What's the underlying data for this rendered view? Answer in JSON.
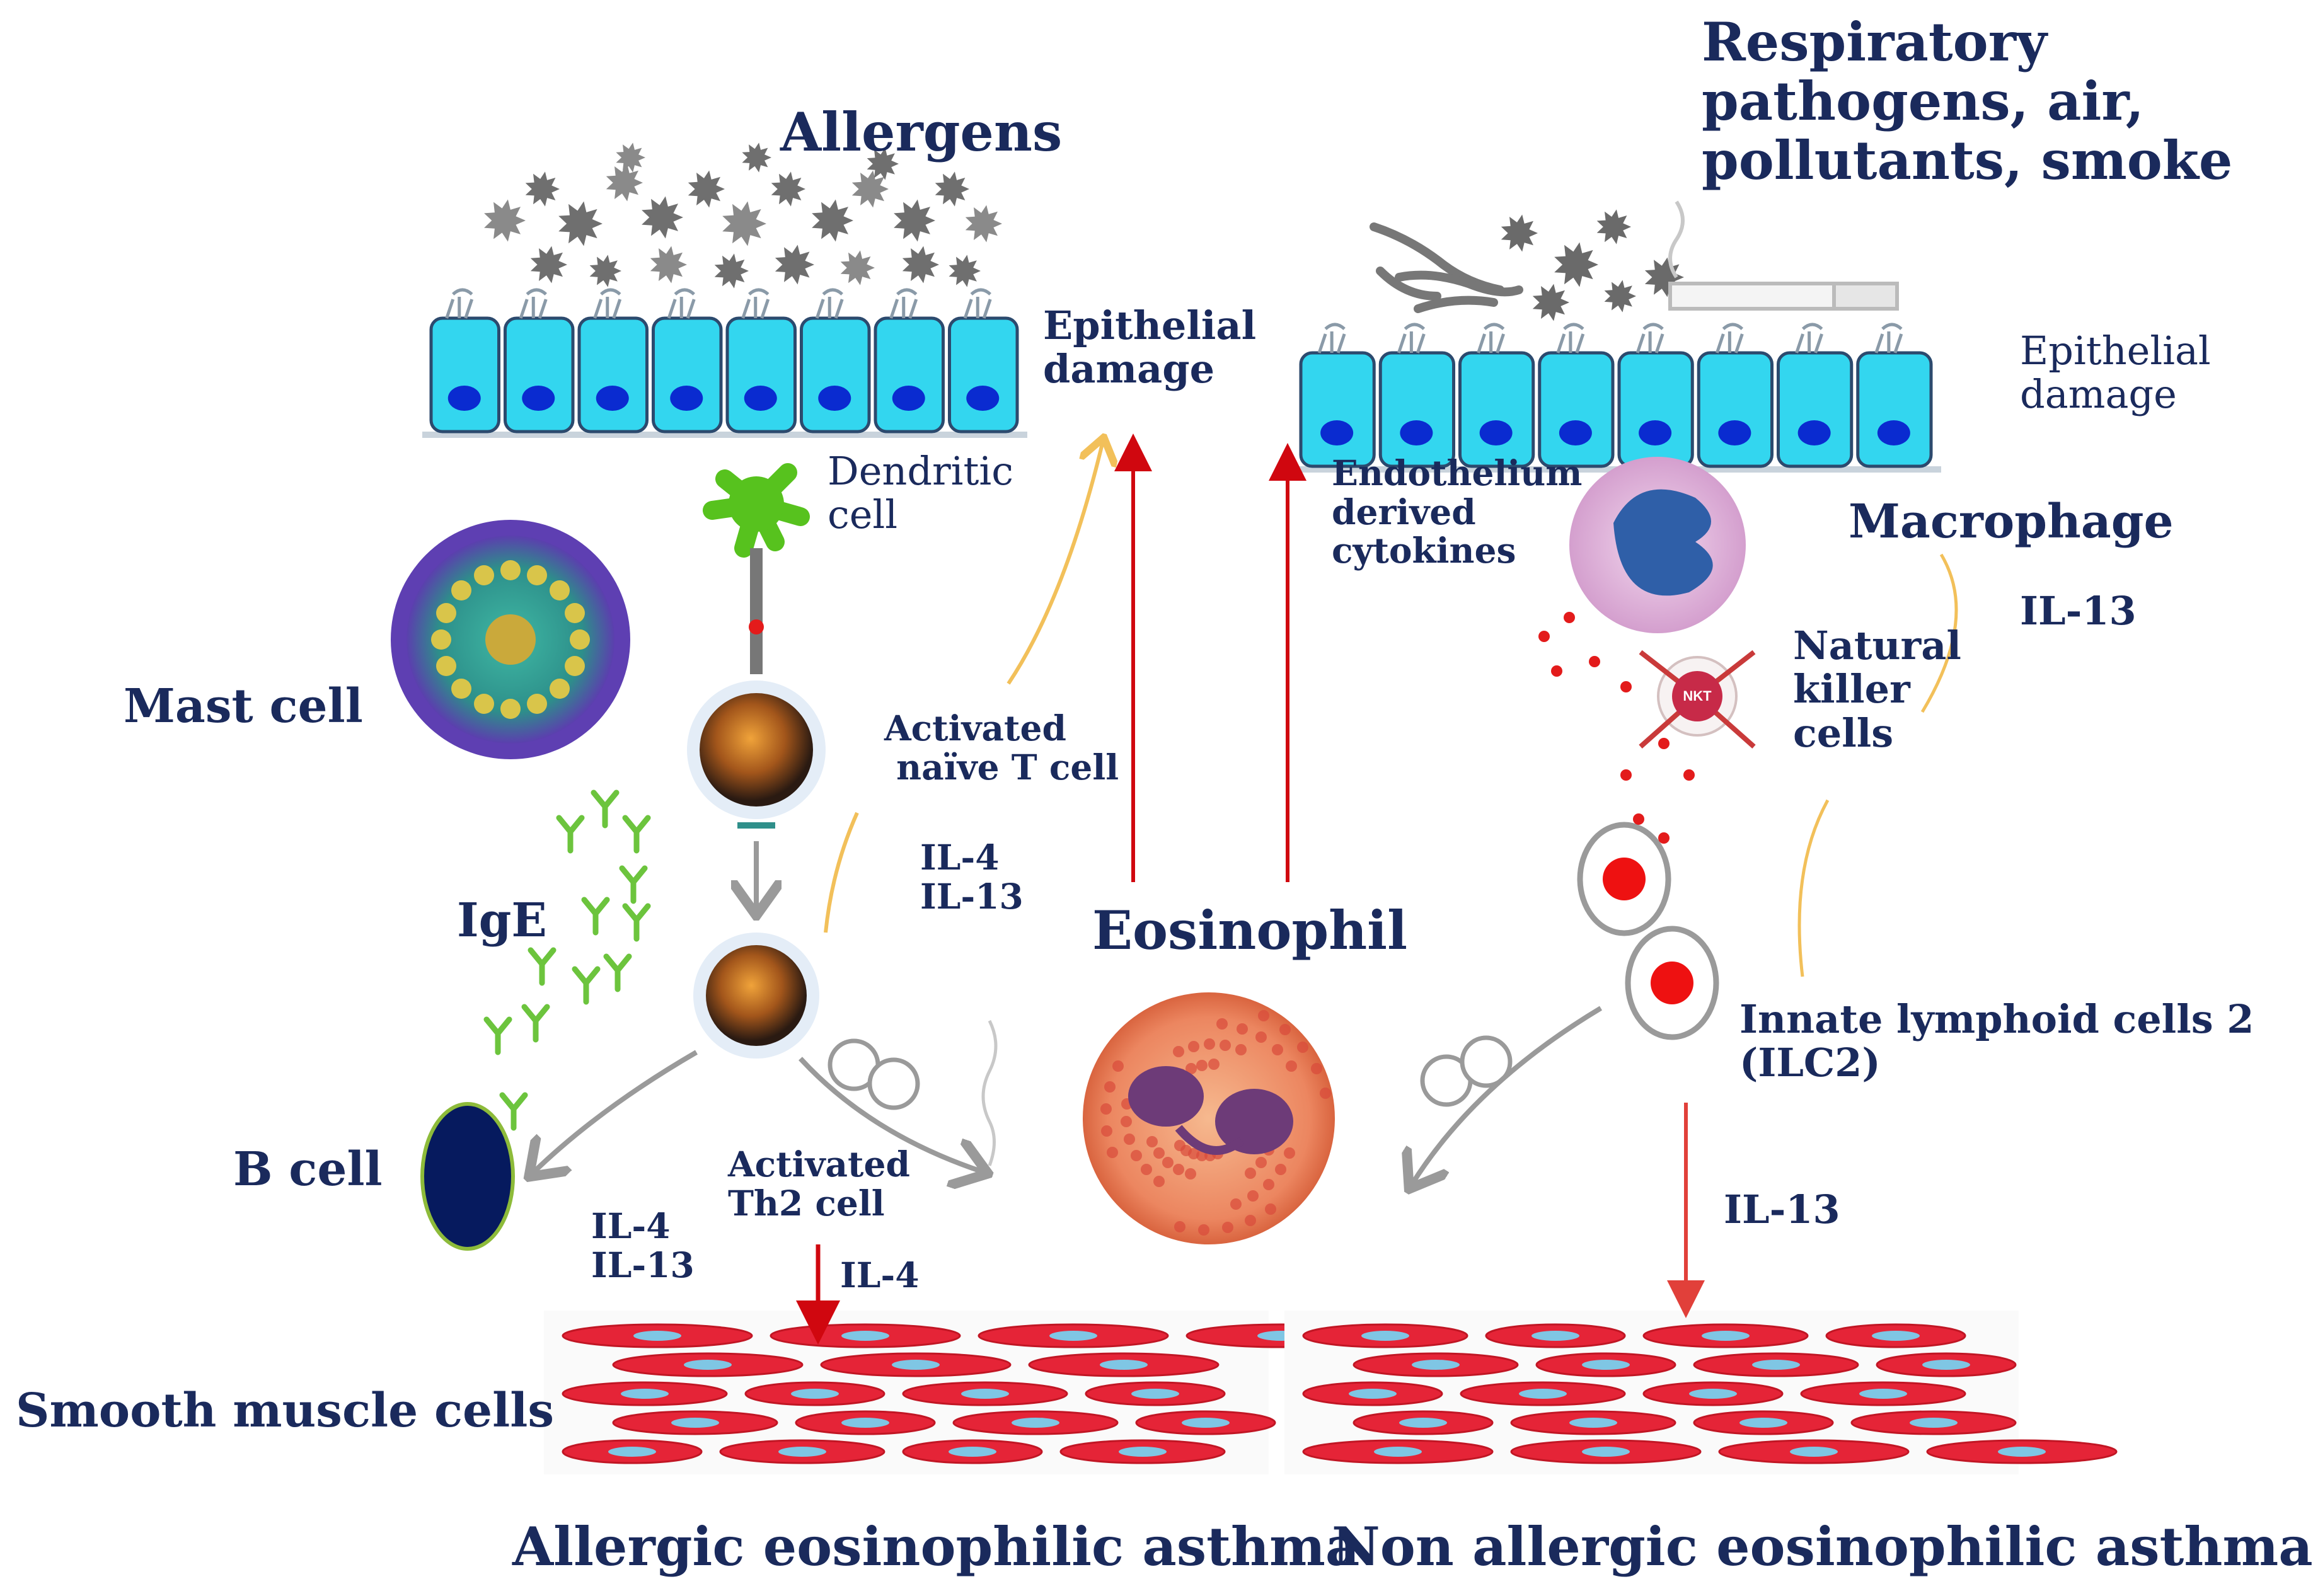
{
  "colors": {
    "text": "#1a2a5c",
    "epithelium": "#33d6ef",
    "nucleus": "#0a2bd0",
    "smooth_muscle": "#e52437",
    "red_arrow": "#d0070f",
    "grey_arrow": "#9a9a9a",
    "orange_curve": "#f2c05a",
    "mast_cell": "#3aa69a",
    "b_cell": "#061a5e",
    "ige": "#6cc43d",
    "dendritic_cell": "#57c21e"
  },
  "labels": {
    "allergens": "Allergens",
    "respiratory": "Respiratory\npathogens, air,\npollutants, smoke",
    "epithelial_damage_left": "Epithelial\ndamage",
    "epithelial_damage_right": "Epithelial\ndamage",
    "dendritic_cell": "Dendritic\ncell",
    "endothelium": "Endothelium\nderived\ncytokines",
    "macrophage": "Macrophage",
    "il13_macrophage": "IL-13",
    "mast_cell": "Mast cell",
    "activated_naive_t_cell": "Activated\n naïve T cell",
    "natural_killer_cells": "Natural\nkiller\ncells",
    "il4_il13_center": "IL-4\nIL-13",
    "ige": "IgE",
    "eosinophil": "Eosinophil",
    "ilc2": "Innate lymphoid cells 2\n(ILC2)",
    "b_cell": "B cell",
    "activated_th2_cell": "Activated\nTh2 cell",
    "il4_il13_bottom": "IL-4\nIL-13",
    "il4_arrow": "IL-4",
    "il13_right": "IL-13",
    "smooth_muscle_cells": "Smooth muscle cells",
    "nkt_badge": "NKT",
    "allergic_asthma": "Allergic eosinophilic asthma",
    "non_allergic_asthma": "Non allergic eosinophilic asthma"
  }
}
